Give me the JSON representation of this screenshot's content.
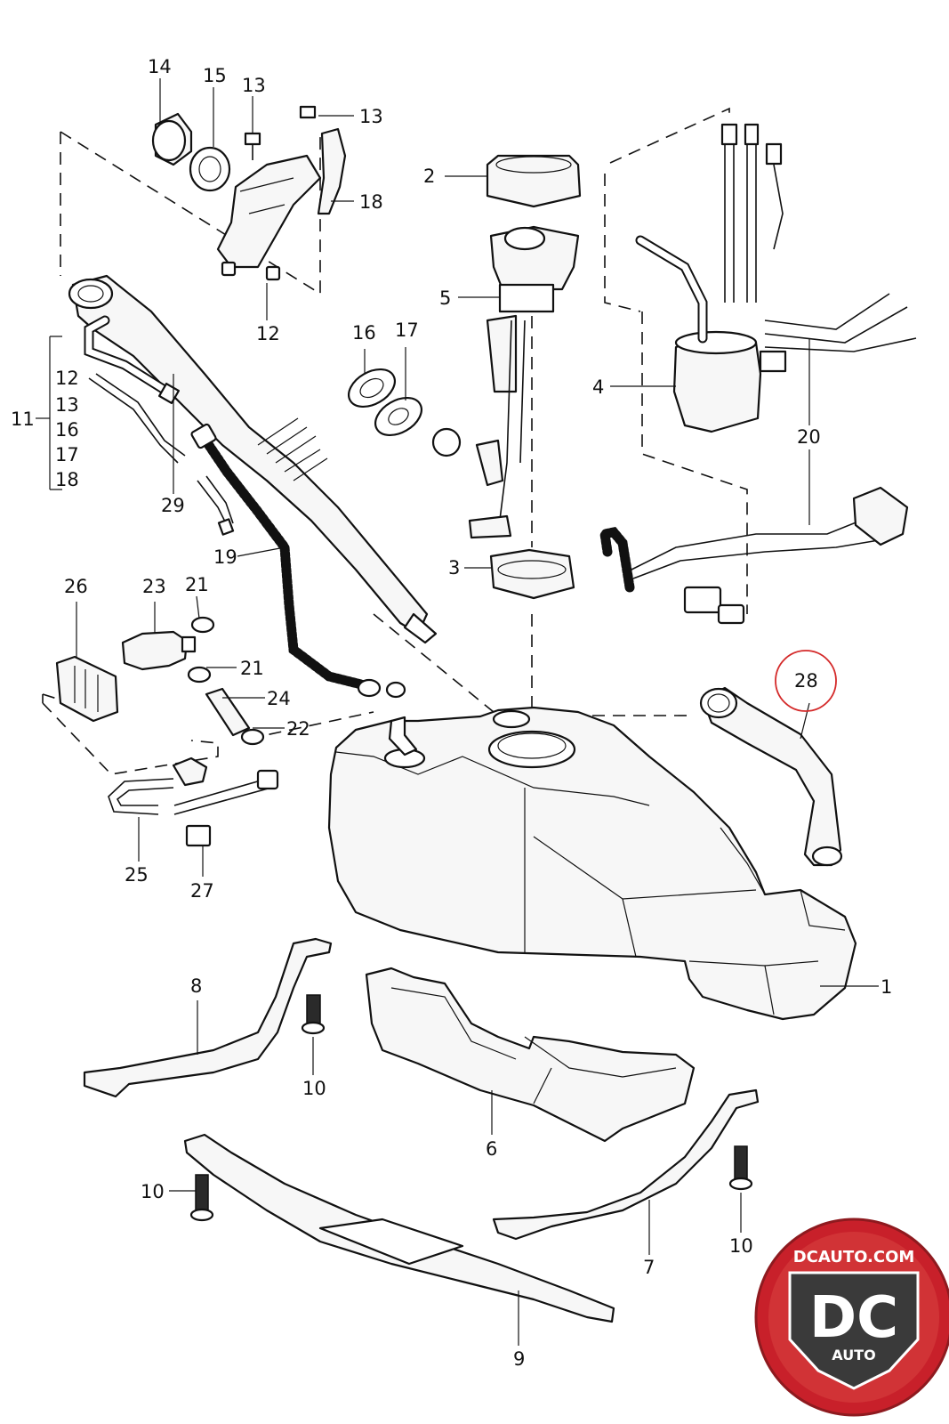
{
  "labels": {
    "p1": "1",
    "p2": "2",
    "p3": "3",
    "p4": "4",
    "p5": "5",
    "p6": "6",
    "p7": "7",
    "p8": "8",
    "p9": "9",
    "p10a": "10",
    "p10b": "10",
    "p10c": "10",
    "p11": "11",
    "p12a": "12",
    "p12b": "12",
    "p13a": "13",
    "p13b": "13",
    "p13c": "13",
    "p14": "14",
    "p15": "15",
    "p16a": "16",
    "p16b": "16",
    "p17a": "17",
    "p17b": "17",
    "p18a": "18",
    "p18b": "18",
    "p19": "19",
    "p20": "20",
    "p21a": "21",
    "p21b": "21",
    "p22": "22",
    "p23": "23",
    "p24": "24",
    "p25": "25",
    "p26": "26",
    "p27": "27",
    "p28": "28",
    "p29": "29"
  },
  "logo": {
    "site": "DCAUTO.COM",
    "mark": "DC",
    "sub": "AUTO"
  },
  "colors": {
    "line": "#111111",
    "highlight": "#d42a2a",
    "logo_red": "#c8202a",
    "logo_dark": "#3a3a3a"
  }
}
